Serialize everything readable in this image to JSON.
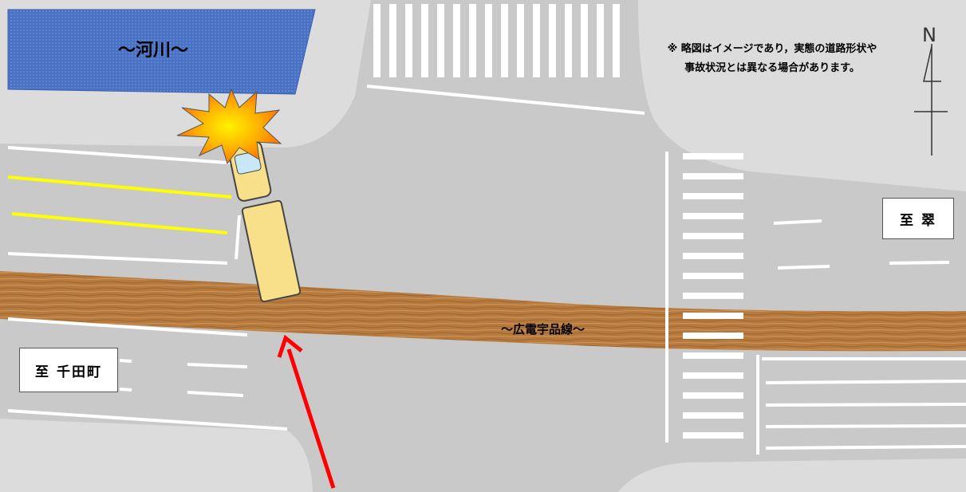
{
  "labels": {
    "river": "～河川～",
    "tramline": "～広電宇品線～",
    "destination_east": "至 翠",
    "destination_west": "至 千田町"
  },
  "note": {
    "line1": "※ 略図はイメージであり，実態の道路形状や",
    "line2": "事故状況とは異なる場合があります。"
  },
  "compass": {
    "north_label": "N"
  },
  "colors": {
    "road": "#c9c9c9",
    "sidewalk": "#dcdcdc",
    "river": "#4a72c4",
    "track": "#b87b3f",
    "marking": "#ffffff",
    "center_line": "#ffff00",
    "arrow": "#ff0000",
    "truck": "#f8e08a",
    "impact": "#ffb000"
  }
}
